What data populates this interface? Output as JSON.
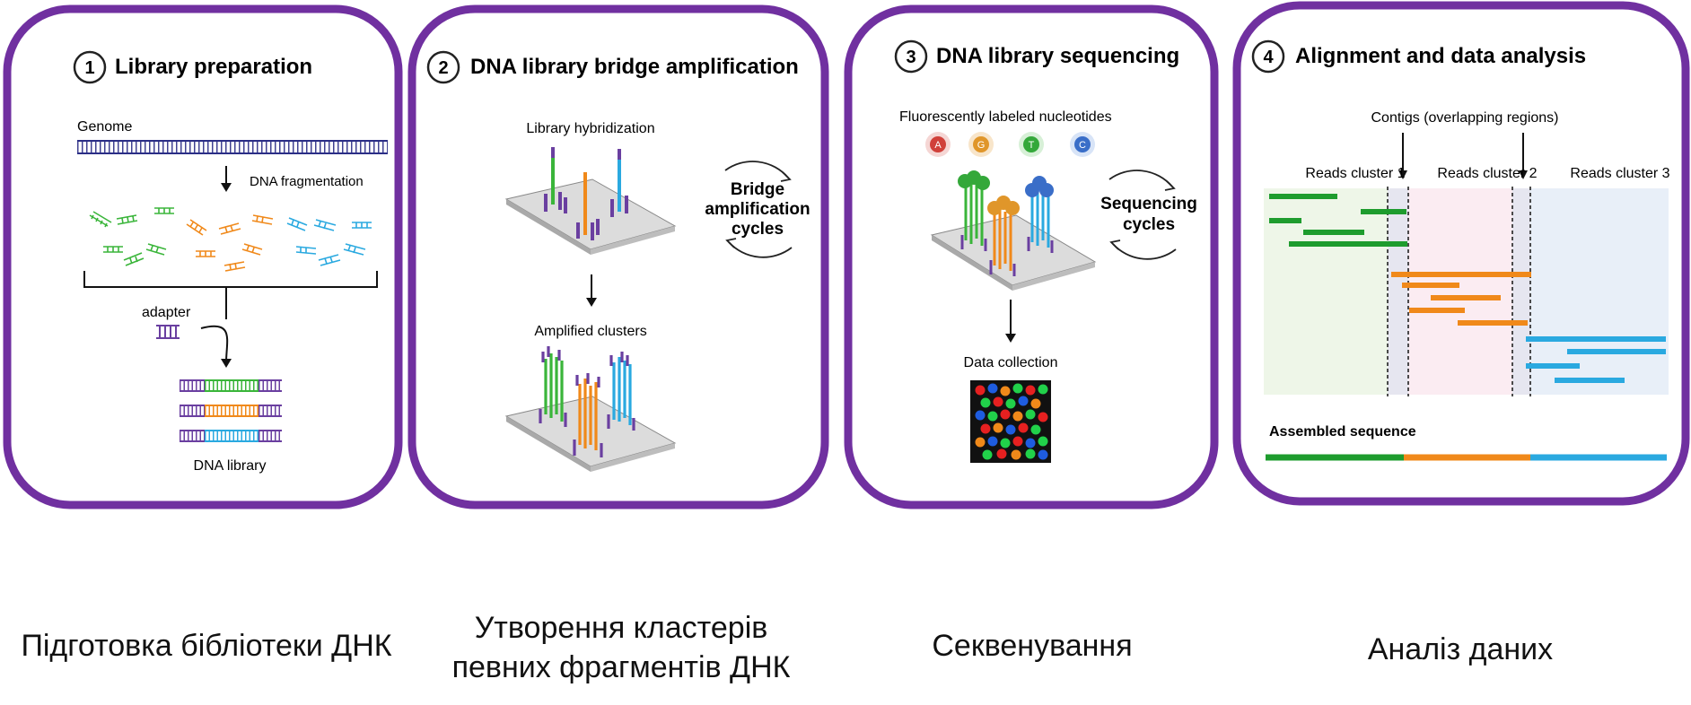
{
  "panels": [
    {
      "number": "1",
      "title": "Library preparation",
      "labels": {
        "genome": "Genome",
        "fragmentation": "DNA fragmentation",
        "adapter": "adapter",
        "library": "DNA library"
      },
      "caption": "Підготовка бібліотеки ДНК"
    },
    {
      "number": "2",
      "title": "DNA library bridge amplification",
      "labels": {
        "hybridization": "Library hybridization",
        "bridge_1": "Bridge",
        "bridge_2": "amplification",
        "bridge_3": "cycles",
        "clusters": "Amplified clusters"
      },
      "caption_line_1": "Утворення кластерів",
      "caption_line_2": "певних фрагментів ДНК"
    },
    {
      "number": "3",
      "title": "DNA library sequencing",
      "labels": {
        "nucleotides": "Fluorescently labeled nucleotides",
        "seq_1": "Sequencing",
        "seq_2": "cycles",
        "collection": "Data collection"
      },
      "bases": [
        "A",
        "G",
        "T",
        "C"
      ],
      "caption": "Секвенування"
    },
    {
      "number": "4",
      "title": "Alignment and data analysis",
      "labels": {
        "contigs": "Contigs (overlapping regions)",
        "cluster_1": "Reads cluster 1",
        "cluster_2": "Reads cluster 2",
        "cluster_3": "Reads cluster 3",
        "assembled": "Assembled sequence"
      },
      "caption": "Аналіз даних"
    }
  ],
  "colors": {
    "frame": "#7030a0",
    "green": "#1e9c2e",
    "orange": "#f0891a",
    "blue": "#2aa9e0",
    "purple": "#6a3fa0",
    "navy": "#2b2e86"
  }
}
